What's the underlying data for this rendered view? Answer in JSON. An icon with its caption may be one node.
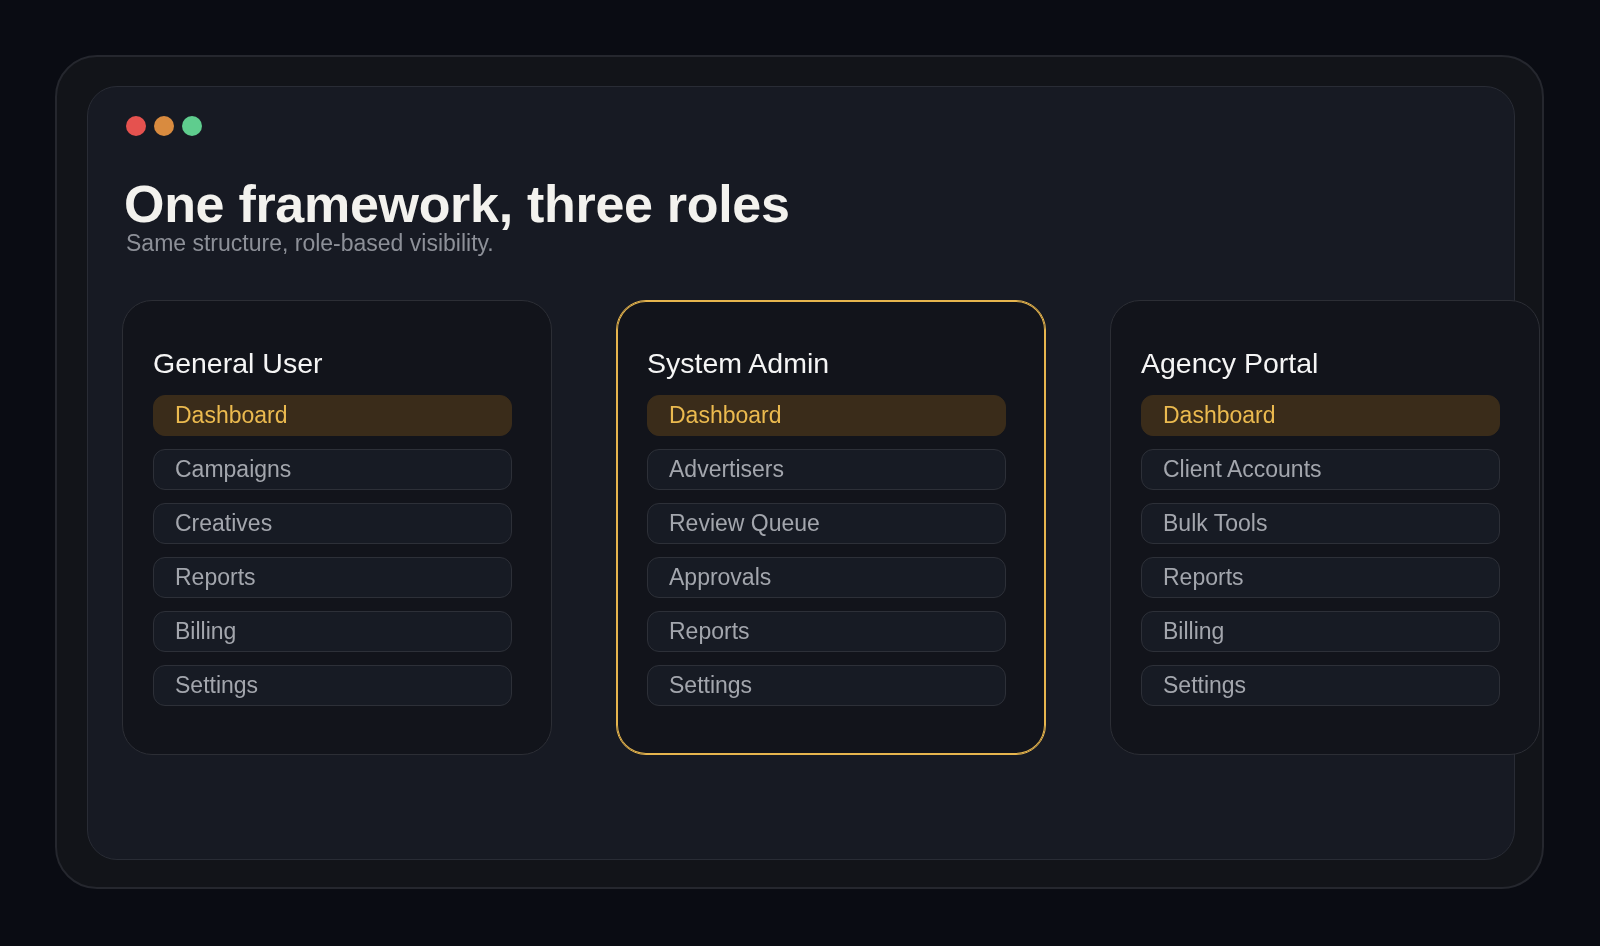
{
  "diagram": {
    "title": "One framework, three roles",
    "nodes": [
      {
        "text": [
          "General User"
        ]
      },
      {
        "text": [
          "Dashboard"
        ],
        "in": 0
      },
      {
        "text": [
          "Campaigns"
        ],
        "in": 0
      },
      {
        "text": [
          "Creatives"
        ],
        "in": 0
      },
      {
        "text": [
          "Reports"
        ],
        "in": 0
      },
      {
        "text": [
          "Billing"
        ],
        "in": 0
      },
      {
        "text": [
          "Settings"
        ],
        "in": 0
      },
      {
        "text": [
          "System Admin"
        ]
      },
      {
        "text": [
          "Dashboard"
        ],
        "in": 7
      },
      {
        "text": [
          "Advertisers"
        ],
        "in": 7
      },
      {
        "text": [
          "Review Queue"
        ],
        "in": 7
      },
      {
        "text": [
          "Approvals"
        ],
        "in": 7
      },
      {
        "text": [
          "Reports"
        ],
        "in": 7
      },
      {
        "text": [
          "Settings"
        ],
        "in": 7
      },
      {
        "text": [
          "Agency Portal"
        ]
      },
      {
        "text": [
          "Dashboard"
        ],
        "in": 14
      },
      {
        "text": [
          "Client Accounts"
        ],
        "in": 14
      },
      {
        "text": [
          "Bulk Tools"
        ],
        "in": 14
      },
      {
        "text": [
          "Reports"
        ],
        "in": 14
      },
      {
        "text": [
          "Billing"
        ],
        "in": 14
      },
      {
        "text": [
          "Settings"
        ],
        "in": 14
      }
    ],
    "edges": [],
    "labels": [
      "Same structure, role-based visibility."
    ]
  }
}
